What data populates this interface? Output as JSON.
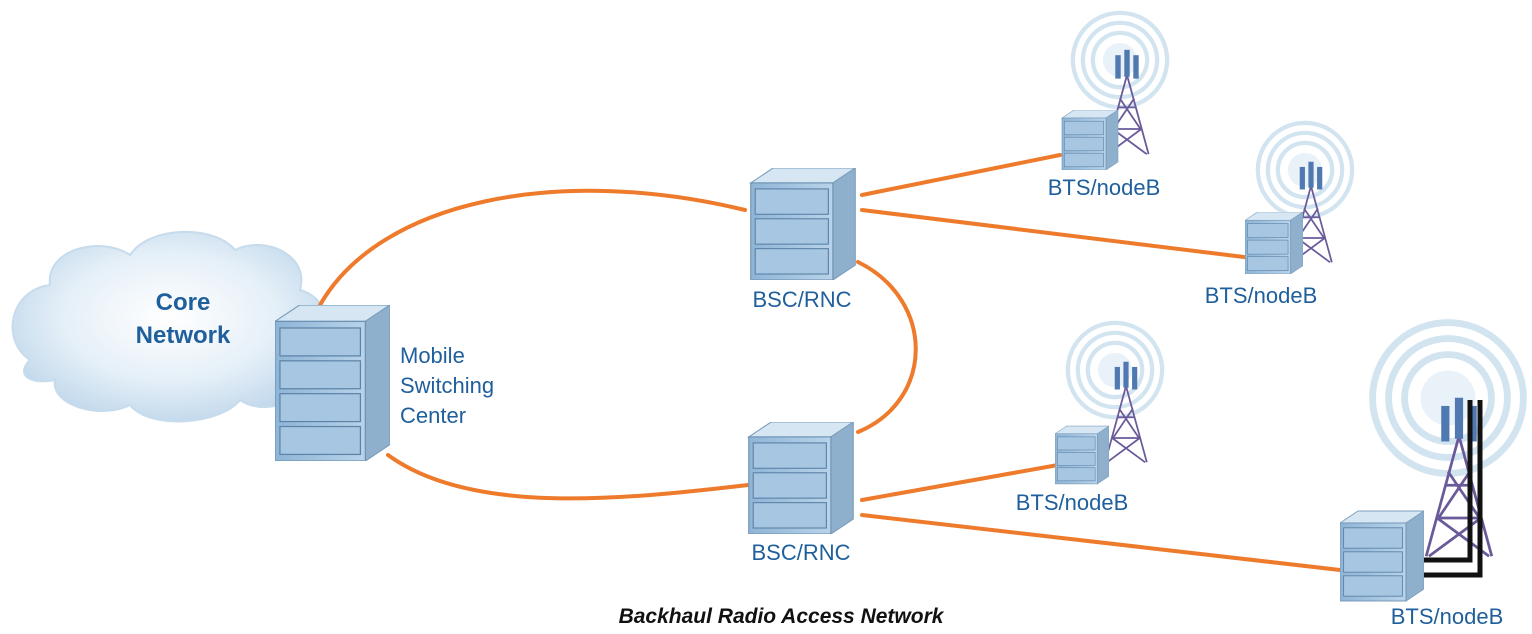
{
  "diagram": {
    "cloud": {
      "line1": "Core",
      "line2": "Network"
    },
    "msc": {
      "line1": "Mobile",
      "line2": "Switching",
      "line3": "Center"
    },
    "controllers": [
      {
        "label": "BSC/RNC"
      },
      {
        "label": "BSC/RNC"
      }
    ],
    "base_stations": [
      {
        "label": "BTS/nodeB"
      },
      {
        "label": "BTS/nodeB"
      },
      {
        "label": "BTS/nodeB"
      },
      {
        "label": "BTS/nodeB"
      }
    ],
    "caption": "Backhaul Radio Access Network",
    "colors": {
      "link": "#ee7a2c",
      "equipment": "#a9c8e0",
      "label": "#1f5f9c",
      "cloud": "#d3e4f1"
    }
  }
}
